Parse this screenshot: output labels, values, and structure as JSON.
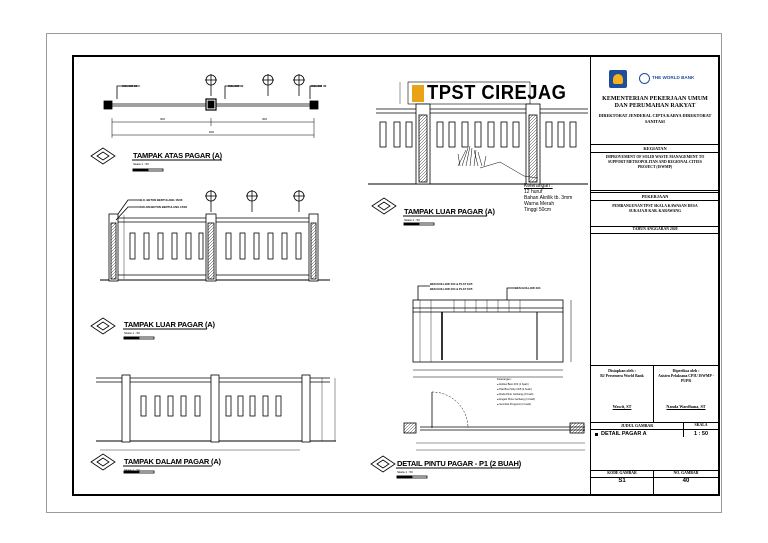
{
  "sign": {
    "text": "TPST CIREJAG"
  },
  "keterangan": {
    "title": "Keterangan :",
    "lines": [
      "12 huruf",
      "Bahan Akrilik tb. 3mm",
      "Warna Merah",
      "Tinggi 50cm"
    ]
  },
  "views": {
    "top": {
      "title": "TAMPAK ATAS PAGAR (A)",
      "scale": "Skala  1 : 50"
    },
    "outer_left": {
      "title": "TAMPAK LUAR PAGAR (A)",
      "scale": "Skala  1 : 50"
    },
    "outer_right": {
      "title": "TAMPAK LUAR PAGAR (A)",
      "scale": "Skala  1 : 50"
    },
    "inner": {
      "title": "TAMPAK DALAM PAGAR (A)",
      "scale": "Skala  1 : 50"
    },
    "door": {
      "title": "DETAIL PINTU PAGAR - P1 (2 BUAH)",
      "scale": "Skala  1 : 50"
    }
  },
  "title_block": {
    "partner_logo_text": "THE WORLD BANK",
    "ministry": "KEMENTERIAN PEKERJAAN UMUM DAN PERUMAHAN RAKYAT",
    "directorate": "DIREKTORAT JENDERAL CIPTA KARYA DIREKTORAT SANITASI",
    "kegiatan_label": "KEGIATAN",
    "kegiatan": "IMPROVEMENT OF SOLID WASTE MANAGEMENT TO SUPPORT METROPOLITAN AND REGIONAL CITIES PROJECT (ISWMP)",
    "pekerjaan_label": "PEKERJAAN",
    "pekerjaan": "PEMBANGUNAN TPST SKALA KAWASAN DESA SUKAJAJI KAB. KARAWANG",
    "tahun": "TAHUN ANGGARAN 2020",
    "disiapkan_label": "Disiapkan oleh :",
    "disiapkan_by": "BJ Persemera World Bank",
    "diperiksa_label": "Diperiksa oleh :",
    "diperiksa_by": "Asisten Pelaksana CPIU ISWMP - PUPR",
    "signer_left": "Wawit, ST",
    "signer_right": "Nanda Wardhana, ST",
    "judul_label": "JUDUL GAMBAR",
    "skala_label": "SKALA",
    "judul": "DETAIL PAGAR A",
    "skala": "1 : 50",
    "kode_label": "KODE GAMBAR",
    "no_label": "NO. GAMBAR",
    "kode": "S1",
    "no": "40"
  },
  "colors": {
    "sign_accent": "#e8a317",
    "logo_blue": "#1f4e9c",
    "logo_yellow": "#f2b418"
  }
}
